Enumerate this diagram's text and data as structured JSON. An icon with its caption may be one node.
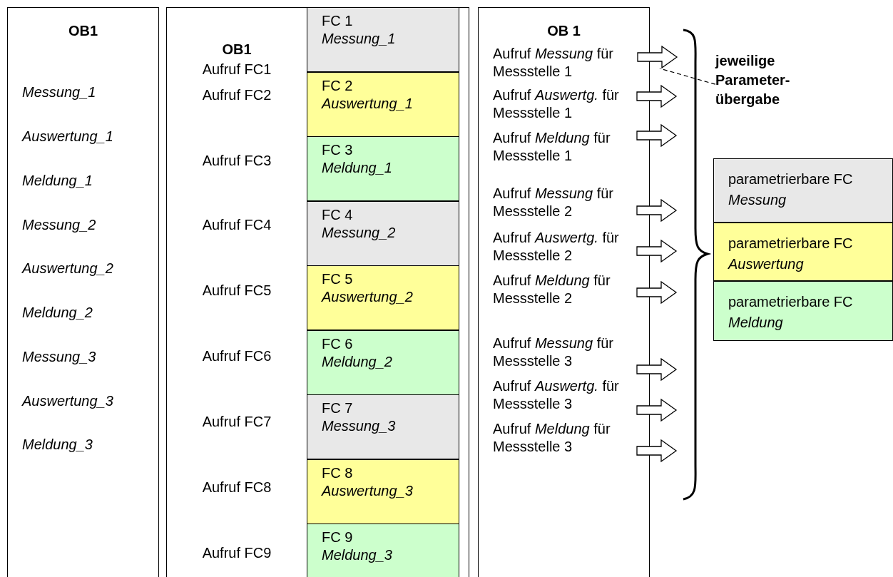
{
  "diagram": {
    "nodes": [
      {
        "text": [
          "OB1",
          "Messung_1",
          "Auswertung_1",
          "Meldung_1",
          "Messung_2",
          "Auswertung_2",
          "Meldung_2",
          "Messung_3",
          "Auswertung_3",
          "Meldung_3"
        ]
      },
      {
        "text": [
          "OB1",
          "Aufruf FC1",
          "Aufruf FC2",
          "Aufruf FC3",
          "Aufruf FC4",
          "Aufruf FC5",
          "Aufruf FC6",
          "Aufruf FC7",
          "Aufruf FC8",
          "Aufruf FC9"
        ]
      },
      {
        "text": [
          "FC 1",
          "Messung_1"
        ],
        "in": 1
      },
      {
        "text": [
          "FC 2",
          "Auswertung_1"
        ],
        "in": 1
      },
      {
        "text": [
          "FC 3",
          "Meldung_1"
        ],
        "in": 1
      },
      {
        "text": [
          "FC 4",
          "Messung_2"
        ],
        "in": 1
      },
      {
        "text": [
          "FC 5",
          "Auswertung_2"
        ],
        "in": 1
      },
      {
        "text": [
          "FC 6",
          "Meldung_2"
        ],
        "in": 1
      },
      {
        "text": [
          "FC 7",
          "Messung_3"
        ],
        "in": 1
      },
      {
        "text": [
          "FC 8",
          "Auswertung_3"
        ],
        "in": 1
      },
      {
        "text": [
          "FC 9",
          "Meldung_3"
        ],
        "in": 1
      },
      {
        "text": [
          "OB 1",
          "Aufruf *Messung* für Messstelle 1",
          "Aufruf *Auswertg.* für Messstelle 1",
          "Aufruf *Meldung* für Messstelle 1",
          "Aufruf *Messung* für Messstelle 2",
          "Aufruf *Auswertg.* für Messstelle 2",
          "Aufruf *Meldung* für Messstelle 2",
          "Aufruf *Messung* für Messstelle 3",
          "Aufruf *Auswertg.* für Messstelle 3",
          "Aufruf *Meldung* für Messstelle 3"
        ]
      },
      {
        "text": [
          "jeweilige Parameter- übergabe"
        ]
      },
      {
        "text": [
          "parametrierbare FC *Messung*"
        ]
      },
      {
        "text": [
          "parametrierbare FC *Auswertung*"
        ]
      },
      {
        "text": [
          "parametrierbare FC *Meldung*"
        ]
      },
      {
        "text": [],
        "shape": "arrow"
      }
    ],
    "edges": [
      {
        "from": 12,
        "to": 16,
        "arrow": "none",
        "style": "dashed"
      }
    ]
  }
}
